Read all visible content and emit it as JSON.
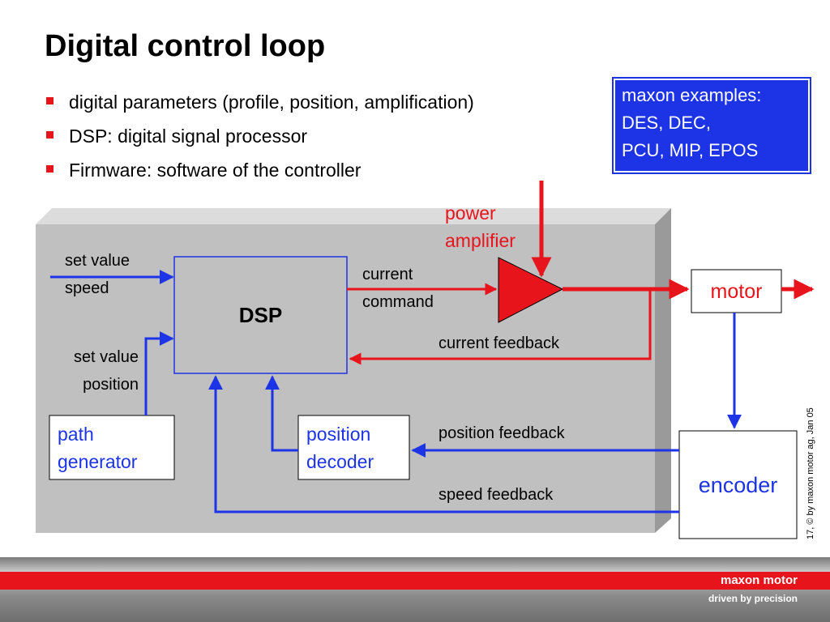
{
  "title": "Digital control loop",
  "bullets": [
    "digital parameters (profile, position, amplification)",
    "DSP: digital signal processor",
    "Firmware: software of the controller"
  ],
  "examples": {
    "lines": [
      "maxon examples:",
      "DES, DEC,",
      "PCU, MIP, EPOS"
    ],
    "color": "#1c33e6"
  },
  "diagram": {
    "dsp_label": "DSP",
    "motor_label": "motor",
    "encoder_label": "encoder",
    "path_generator_label": [
      "path",
      "generator"
    ],
    "position_decoder_label": [
      "position",
      "decoder"
    ],
    "power_amplifier_label": [
      "power",
      "amplifier"
    ],
    "set_value_speed": [
      "set value",
      "speed"
    ],
    "set_value_position": [
      "set value",
      "position"
    ],
    "current_command": [
      "current",
      "command"
    ],
    "current_feedback": "current feedback",
    "position_feedback": "position feedback",
    "speed_feedback": "speed feedback",
    "colors": {
      "signal_blue": "#1c33e6",
      "signal_red": "#e8141c",
      "panel_gray": "#c0c0c0"
    }
  },
  "footer": {
    "copyright": "17,  © by maxon motor ag, Jan 05",
    "brand": "maxon motor",
    "tagline": "driven by precision",
    "accent": "#e8141c"
  }
}
